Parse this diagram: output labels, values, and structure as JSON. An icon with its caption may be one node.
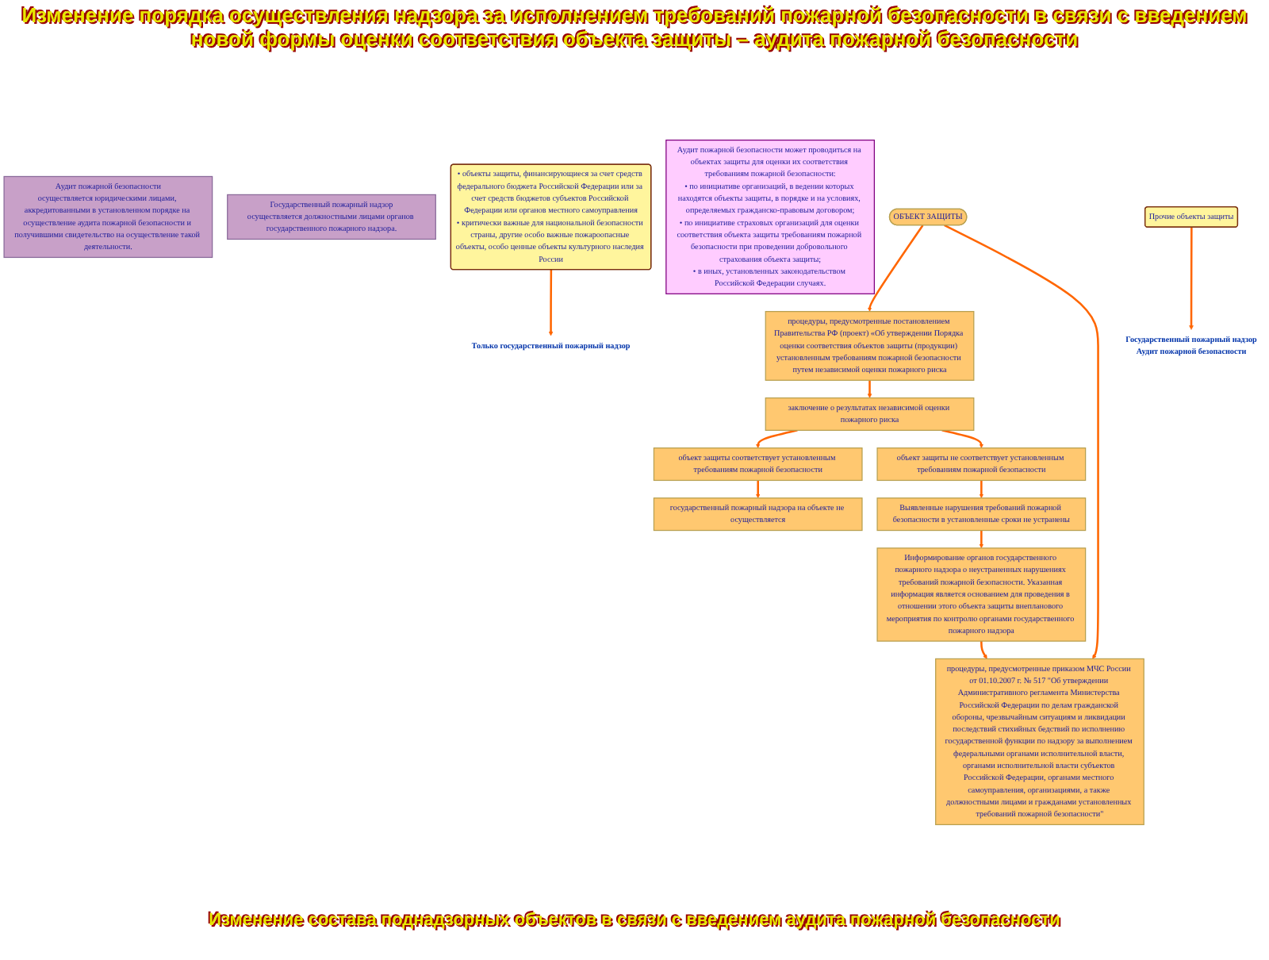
{
  "diagram": {
    "title": "Изменение порядка осуществления надзора за исполнением требований пожарной безопасности в связи с введением новой формы оценки соответствия объекта защиты – аудита пожарной безопасности",
    "nodes": [
      {
        "text": [
          "Аудит пожарной безопасности",
          "осуществляется юридическими лицами, аккредитованными в установленном порядке на осуществление аудита пожарной безопасности и получившими свидетельство на осуществление такой деятельности."
        ]
      },
      {
        "text": [
          "Государственный пожарный надзор",
          "осуществляется должностными лицами органов государственного пожарного надзора."
        ]
      },
      {
        "text": [
          "ОБЪЕКТ ЗАЩИТЫ"
        ]
      },
      {
        "text": [
          "процедуры, предусмотренные постановлением Правительства РФ (проект) «Об утверждении Порядка оценки соответствия объектов защиты (продукции) установленным требованиям пожарной безопасности путем независимой оценки пожарного риска"
        ]
      },
      {
        "text": [
          "процедуры, предусмотренные приказом МЧС России от 01.10.2007 г. № 517 \"Об утверждении Административного регламента Министерства Российской Федерации по делам гражданской обороны, чрезвычайным ситуациям и ликвидации последствий стихийных бедствий по исполнению государственной функции по надзору за выполнением федеральными органами исполнительной власти, органами исполнительной власти субъектов Российской Федерации, органами местного самоуправления, организациями, а также должностными лицами и гражданами установленных требований пожарной безопасности\""
        ]
      },
      {
        "text": [
          "заключение о результатах независимой оценки пожарного риска"
        ]
      },
      {
        "text": [
          "объект защиты соответствует установленным требованиям пожарной безопасности"
        ]
      },
      {
        "text": [
          "объект защиты не соответствует установленным требованиям пожарной безопасности"
        ]
      },
      {
        "text": [
          "государственный пожарный надзора на объекте не осуществляется"
        ]
      },
      {
        "text": [
          "Выявленные нарушения требований пожарной безопасности в установленные сроки не устранены"
        ]
      },
      {
        "text": [
          "Информирование органов государственного пожарного надзора о неустраненных нарушениях требований пожарной безопасности. Указанная информация является основанием для проведения в отношении этого объекта защиты внепланового мероприятия по контролю органами государственного пожарного надзора"
        ]
      },
      {
        "text": [
          "Аудит пожарной безопасности может проводиться на объектах защиты для оценки их соответствия требованиям пожарной безопасности:",
          "• по инициативе организаций, в ведении которых находятся объекты защиты, в порядке и на условиях, определяемых гражданско-правовым договором;",
          "• по инициативе страховых организаций для оценки соответствия объекта защиты требованиям пожарной безопасности при проведении добровольного страхования объекта защиты;",
          "• в иных, установленных законодательством Российской Федерации случаях."
        ]
      },
      {
        "text": [
          "• объекты защиты, финансирующиеся за счет средств федерального бюджета Российской Федерации или за счет средств бюджетов субъектов Российской Федерации или органов местного самоуправления",
          "• критически важные для национальной безопасности страны, другие особо важные пожароопасные объекты, особо ценные объекты культурного наследия России"
        ]
      },
      {
        "text": [
          "Прочие объекты защиты"
        ]
      },
      {
        "text": [
          "Только государственный пожарный надзор"
        ]
      },
      {
        "text": [
          "Государственный пожарный надзор",
          "Аудит пожарной безопасности"
        ]
      }
    ],
    "edges": [
      {
        "from": 2,
        "to": 3,
        "arrow": "to"
      },
      {
        "from": 2,
        "to": 4,
        "arrow": "to"
      },
      {
        "from": 3,
        "to": 5,
        "arrow": "to"
      },
      {
        "from": 5,
        "to": 6,
        "arrow": "to"
      },
      {
        "from": 5,
        "to": 7,
        "arrow": "to"
      },
      {
        "from": 6,
        "to": 8,
        "arrow": "to"
      },
      {
        "from": 7,
        "to": 9,
        "arrow": "to"
      },
      {
        "from": 9,
        "to": 10,
        "arrow": "to"
      },
      {
        "from": 10,
        "to": 4,
        "arrow": "to"
      },
      {
        "from": 12,
        "to": 14,
        "arrow": "to"
      },
      {
        "from": 13,
        "to": 15,
        "arrow": "to"
      }
    ],
    "labels": [
      "Изменение состава поднадзорных объектов в связи с введением аудита пожарной безопасности"
    ]
  }
}
